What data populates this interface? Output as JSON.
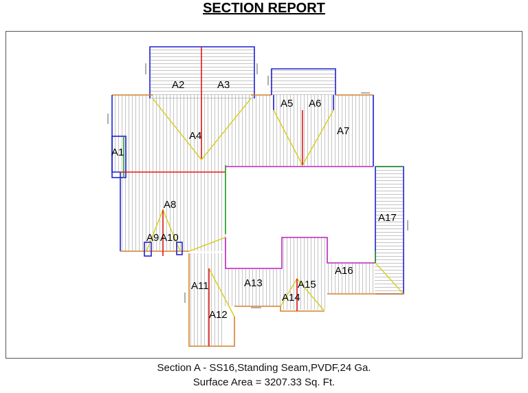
{
  "header": {
    "title": "SECTION REPORT"
  },
  "plan": {
    "areas": [
      {
        "id": "A1"
      },
      {
        "id": "A2"
      },
      {
        "id": "A3"
      },
      {
        "id": "A4"
      },
      {
        "id": "A5"
      },
      {
        "id": "A6"
      },
      {
        "id": "A7"
      },
      {
        "id": "A8"
      },
      {
        "id": "A9"
      },
      {
        "id": "A10"
      },
      {
        "id": "A11"
      },
      {
        "id": "A12"
      },
      {
        "id": "A13"
      },
      {
        "id": "A14"
      },
      {
        "id": "A15"
      },
      {
        "id": "A16"
      },
      {
        "id": "A17"
      }
    ],
    "colors": {
      "eave": "#d4802a",
      "rake": "#1f1fd0",
      "ridge": "#e01818",
      "hip": "#d8cf2a",
      "valley": "#c020c0",
      "wall": "#20a020",
      "panel": "#8a8a8a"
    }
  },
  "footer": {
    "section_line": "Section A - SS16,Standing Seam,PVDF,24 Ga.",
    "area_line": "Surface Area = 3207.33 Sq. Ft."
  }
}
